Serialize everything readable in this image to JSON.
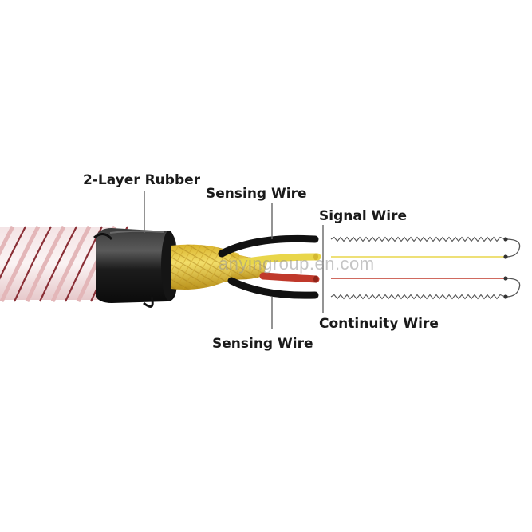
{
  "labels": {
    "rubber": "2-Layer Rubber",
    "sensing_top": "Sensing Wire",
    "signal": "Signal Wire",
    "continuity": "Continuity Wire",
    "sensing_bottom": "Sensing Wire"
  },
  "watermark": "anyingroup.en.com",
  "colors": {
    "jacket": "#1c1c1c",
    "spiral_pink": "#e3b6b8",
    "spiral_dark": "#8a2f36",
    "braid": "#e8c535",
    "signal": "#e9d64a",
    "continuity": "#c0392b",
    "sensing": "#111111",
    "schematic_line": "#555555"
  }
}
